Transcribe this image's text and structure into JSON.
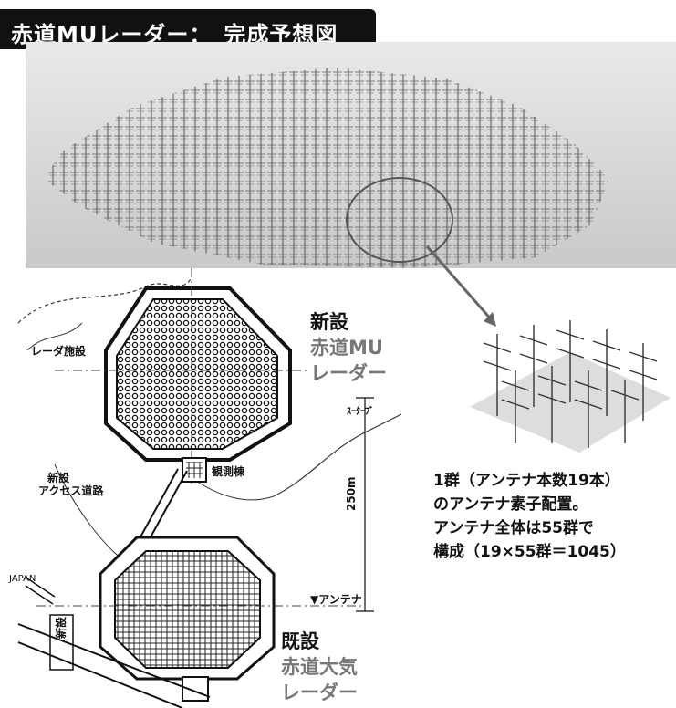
{
  "header": {
    "title": "赤道MUレーダー：　完成予想図"
  },
  "plan": {
    "new_label": "新設",
    "new_name_line1": "赤道MU",
    "new_name_line2": "レーダー",
    "radar_facility": "レーダ施設",
    "observation_building": "観測棟",
    "new_access_road_line1": "新設",
    "new_access_road_line2": "アクセス道路",
    "distance": "250m",
    "antenna_marker": "▼アンテナ",
    "existing_label": "既設",
    "existing_name_line1": "赤道大気",
    "existing_name_line2": "レーダー",
    "road_label": "新設",
    "japan_label": "JAPAN",
    "top_right_label": "ｽｰﾀｰﾌﾞ"
  },
  "description": {
    "line1": "1群（アンテナ本数19本）",
    "line2": "のアンテナ素子配置。",
    "line3": "アンテナ全体は55群で",
    "line4": "構成（19×55群＝1045）"
  }
}
